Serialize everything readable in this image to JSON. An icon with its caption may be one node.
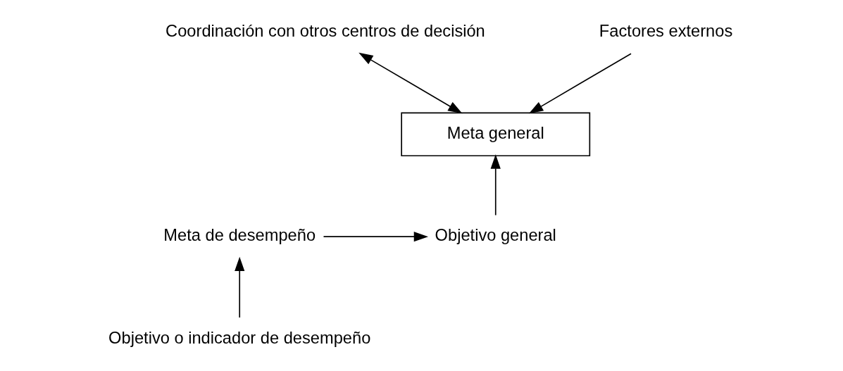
{
  "diagram": {
    "nodes": [
      {
        "text": [
          "Coordinación con otros centros de decisión"
        ]
      },
      {
        "text": [
          "Factores externos"
        ]
      },
      {
        "text": [
          "Meta general"
        ]
      },
      {
        "text": [
          "Meta de desempeño"
        ]
      },
      {
        "text": [
          "Objetivo general"
        ]
      },
      {
        "text": [
          "Objetivo o indicador de desempeño"
        ]
      }
    ],
    "edges": [
      {
        "from": 0,
        "to": 2,
        "arrow": "both"
      },
      {
        "from": 1,
        "to": 2,
        "arrow": "to"
      },
      {
        "from": 4,
        "to": 2,
        "arrow": "to"
      },
      {
        "from": 3,
        "to": 4,
        "arrow": "to"
      },
      {
        "from": 5,
        "to": 3,
        "arrow": "to"
      }
    ]
  }
}
